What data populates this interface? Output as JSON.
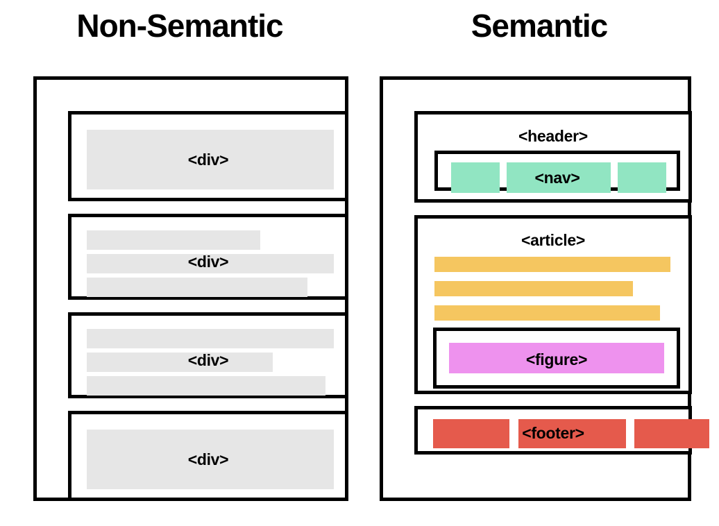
{
  "colors": {
    "ink": "#000000",
    "page_background": "#ffffff",
    "neutral_block": "#e6e6e6",
    "nav_green": "#91e5c2",
    "article_orange": "#f5c660",
    "figure_pink": "#ee92ee",
    "footer_red": "#e55a4c"
  },
  "columns": [
    {
      "id": "non-semantic",
      "title": "Non-Semantic",
      "blocks": [
        {
          "label": "<div>",
          "fill": "#e6e6e6",
          "bars": 1
        },
        {
          "label": "<div>",
          "fill": "#e6e6e6",
          "bars": 3
        },
        {
          "label": "<div>",
          "fill": "#e6e6e6",
          "bars": 3
        },
        {
          "label": "<div>",
          "fill": "#e6e6e6",
          "bars": 1
        }
      ]
    },
    {
      "id": "semantic",
      "title": "Semantic",
      "blocks": [
        {
          "label": "<header>",
          "fill": "#ffffff",
          "child": {
            "label": "<nav>",
            "fill": "#91e5c2",
            "bars": 3
          }
        },
        {
          "label": "<article>",
          "fill": "#f5c660",
          "bars": 3,
          "child": {
            "label": "<figure>",
            "fill": "#ee92ee",
            "bars": 1
          }
        },
        {
          "label": "<footer>",
          "fill": "#e55a4c",
          "bars": 3
        }
      ]
    }
  ],
  "left": {
    "title": "Non-Semantic",
    "div1": {
      "label": "<div>"
    },
    "div2": {
      "label": "<div>"
    },
    "div3": {
      "label": "<div>"
    },
    "div4": {
      "label": "<div>"
    }
  },
  "right": {
    "title": "Semantic",
    "header": {
      "label": "<header>"
    },
    "nav": {
      "label": "<nav>"
    },
    "article": {
      "label": "<article>"
    },
    "figure": {
      "label": "<figure>"
    },
    "footer": {
      "label": "<footer>"
    }
  }
}
